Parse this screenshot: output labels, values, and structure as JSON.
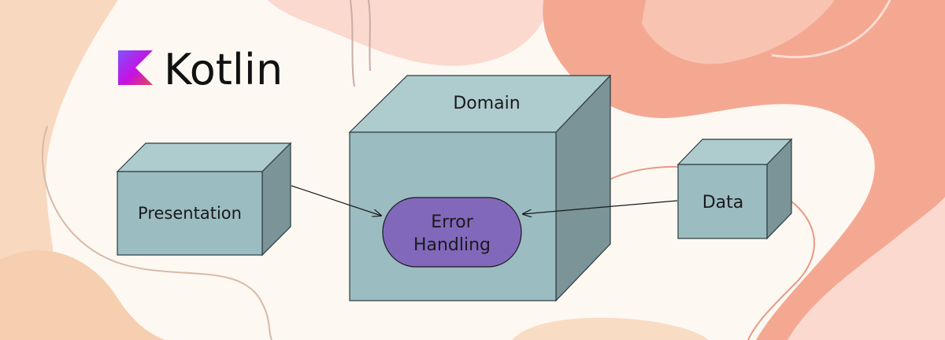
{
  "brand": {
    "name": "Kotlin",
    "logo_icon": "kotlin-logo-icon",
    "logo_colors": [
      "#7f52ff",
      "#c711e1",
      "#e44857"
    ]
  },
  "diagram": {
    "nodes": {
      "presentation": {
        "label": "Presentation"
      },
      "domain": {
        "label": "Domain"
      },
      "data": {
        "label": "Data"
      },
      "error_handling": {
        "label_line1": "Error",
        "label_line2": "Handling"
      }
    },
    "edges": [
      {
        "from": "Presentation",
        "to": "Error Handling"
      },
      {
        "from": "Data",
        "to": "Error Handling"
      }
    ]
  },
  "colors": {
    "cube_front": "#9bbcc1",
    "cube_top": "#aecbce",
    "cube_side": "#7a9497",
    "stroke": "#2c3c3d",
    "error_fill": "#8268bb",
    "background": "#fdf8f2",
    "blob_peach": "#f9d8c0",
    "blob_salmon": "#f4a892",
    "blob_pink": "#fbd9cf"
  }
}
